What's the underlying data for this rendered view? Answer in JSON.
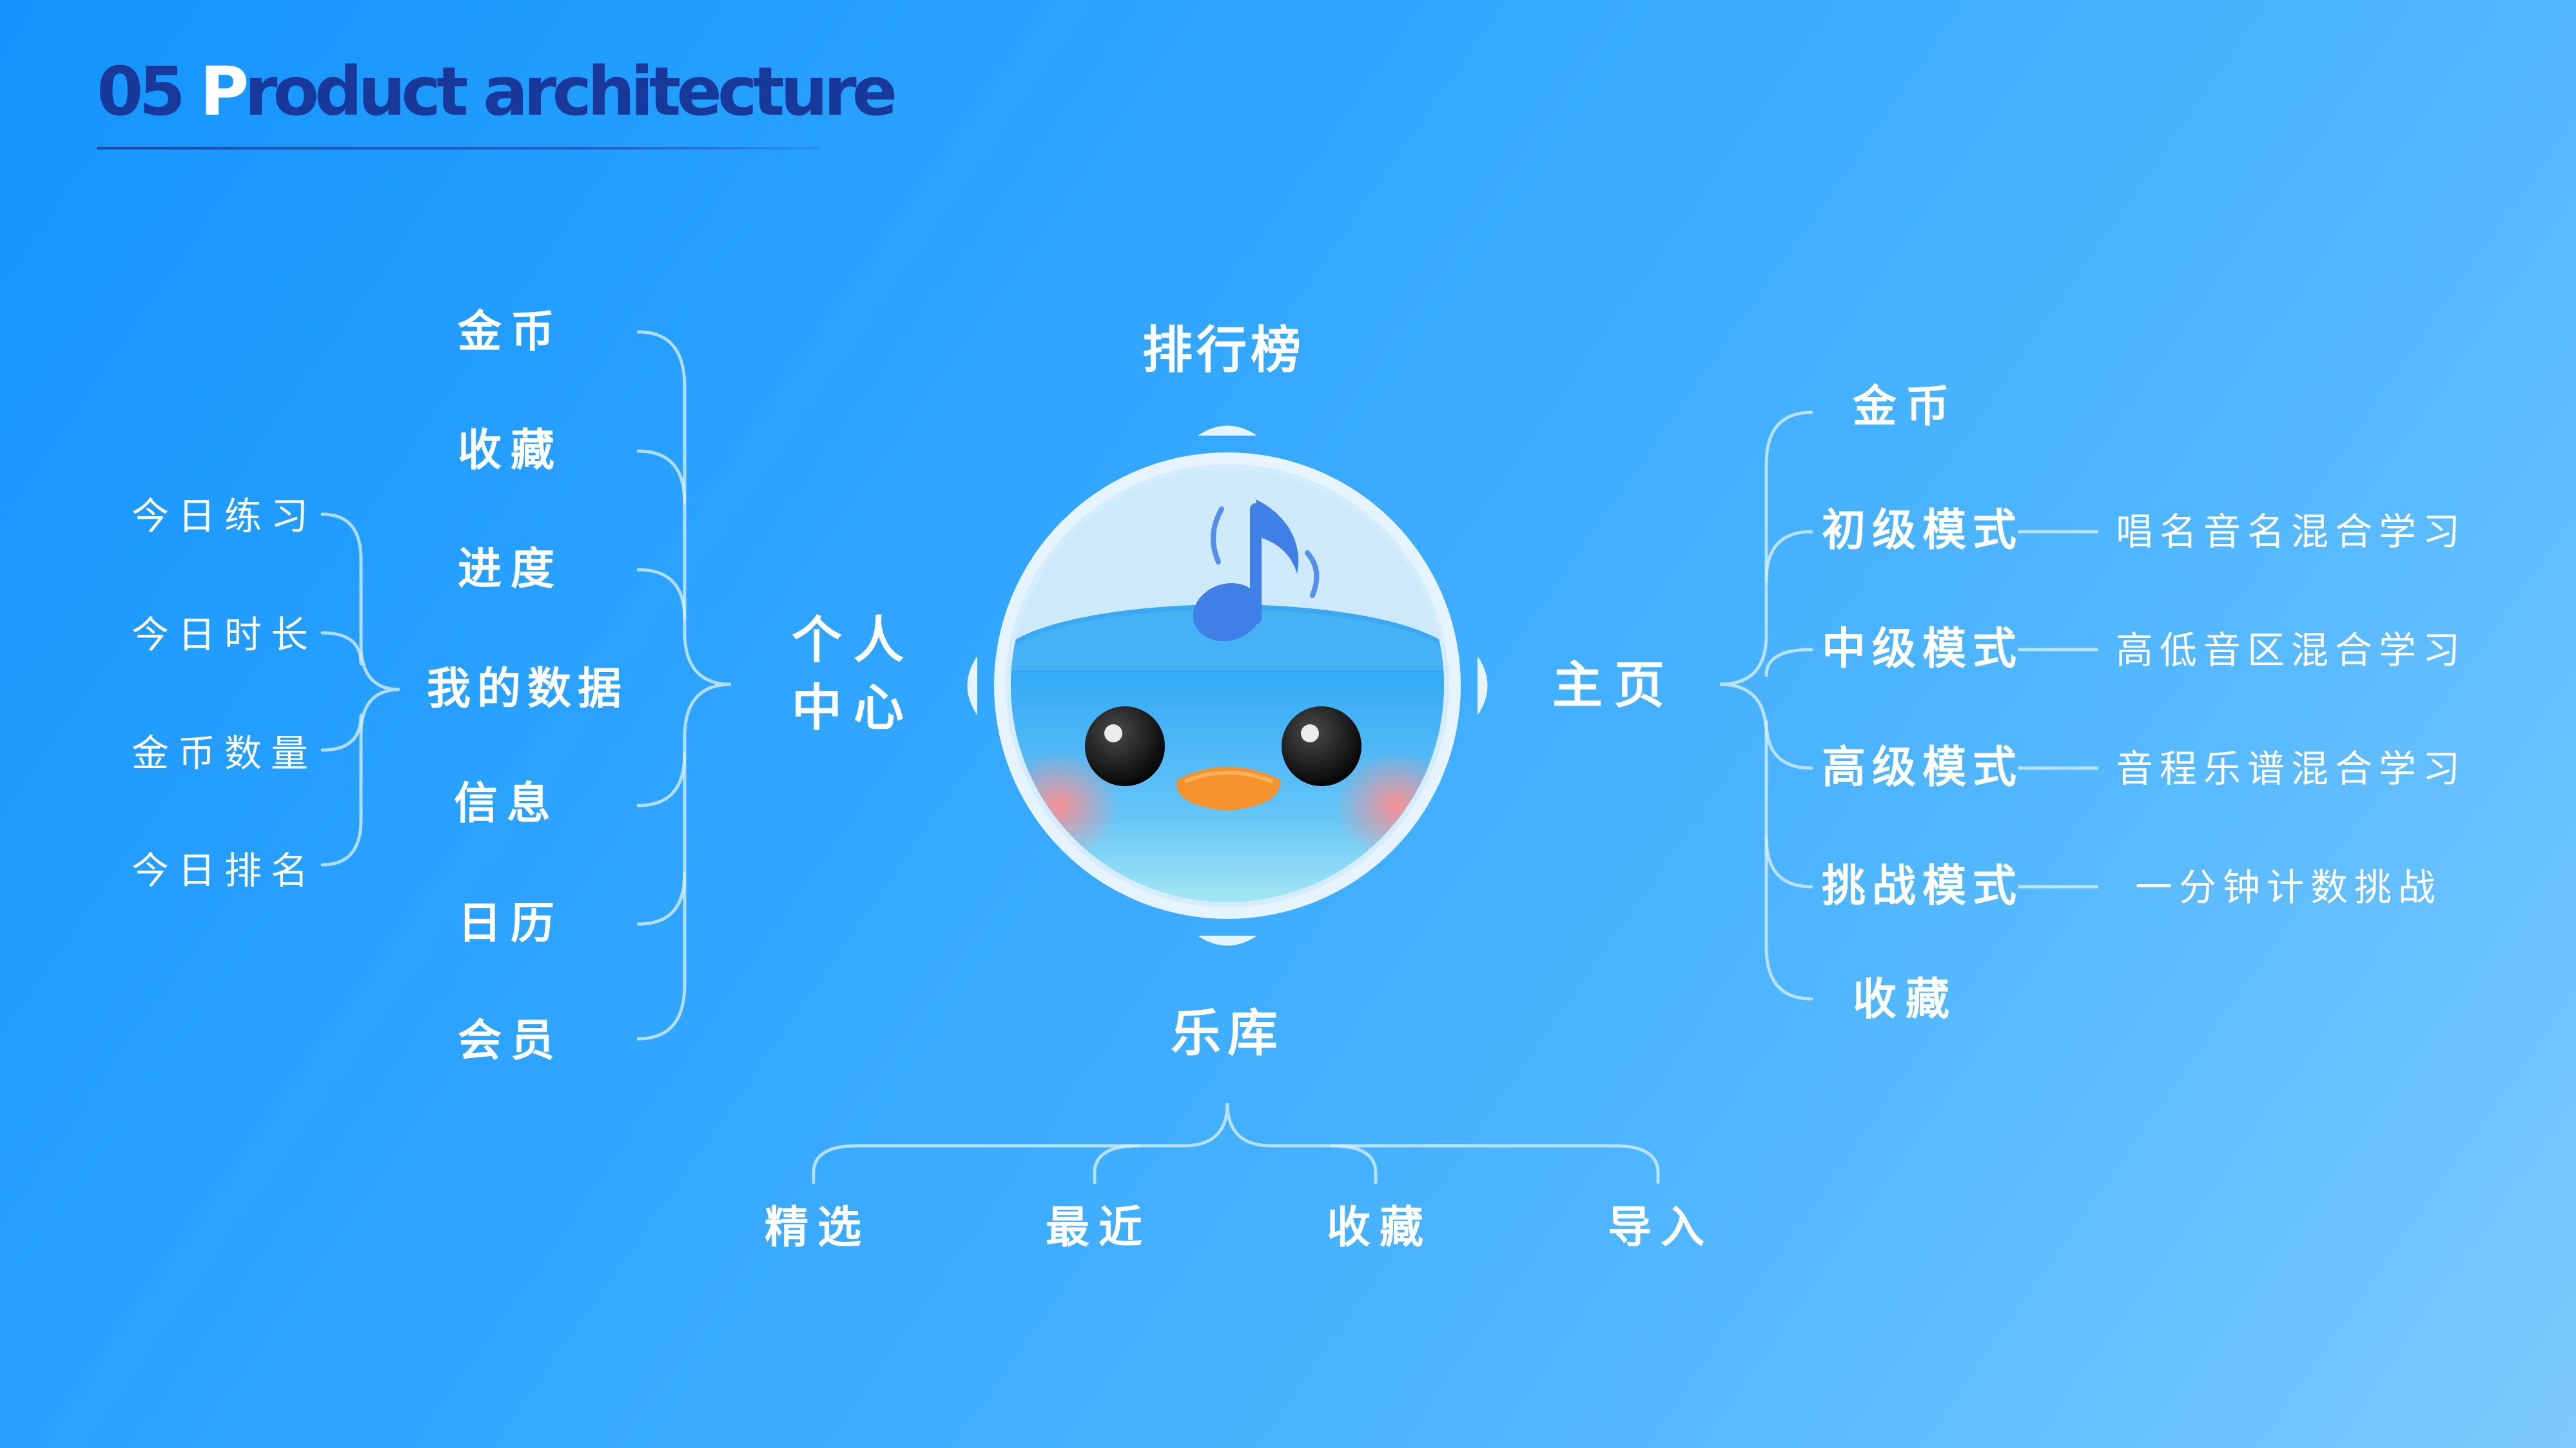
{
  "title": {
    "number": "05",
    "first_letter": "P",
    "rest": "roduct architecture"
  },
  "center": {
    "top_label": "排行榜",
    "bottom_label": "乐库",
    "left_label_line1": "个人",
    "left_label_line2": "中心",
    "right_label": "主页"
  },
  "personal_center": {
    "items": [
      "金币",
      "收藏",
      "进度",
      "我的数据",
      "信息",
      "日历",
      "会员"
    ],
    "my_data_items": [
      "今日练习",
      "今日时长",
      "金币数量",
      "今日排名"
    ]
  },
  "homepage": {
    "items": [
      "金币",
      "初级模式",
      "中级模式",
      "高级模式",
      "挑战模式",
      "收藏"
    ],
    "details": [
      "唱名音名混合学习",
      "高低音区混合学习",
      "音程乐谱混合学习",
      "一分钟计数挑战"
    ]
  },
  "library": {
    "items": [
      "精选",
      "最近",
      "收藏",
      "导入"
    ]
  },
  "colors": {
    "title": "#18399a",
    "mascot_blue": "#3f7fe6",
    "beak": "#f5922e",
    "cheek": "#ff8f8f"
  },
  "icons": [
    "music-note-icon",
    "mascot-bird-icon"
  ]
}
